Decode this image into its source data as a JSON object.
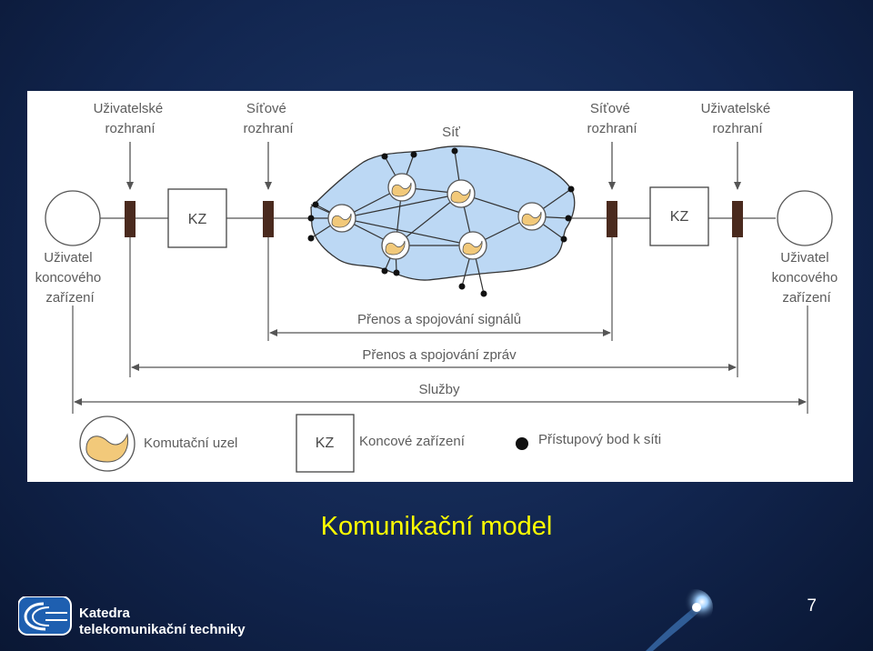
{
  "diagram": {
    "interface_labels": {
      "left_user": [
        "Uživatelské",
        "rozhraní"
      ],
      "left_network": [
        "Síťové",
        "rozhraní"
      ],
      "right_network": [
        "Síťové",
        "rozhraní"
      ],
      "right_user": [
        "Uživatelské",
        "rozhraní"
      ]
    },
    "network_label": "Síť",
    "end_user_left": [
      "Uživatel",
      "koncového",
      "zařízení"
    ],
    "end_user_right": [
      "Uživatel",
      "koncového",
      "zařízení"
    ],
    "kz_label": "KZ",
    "spans": {
      "signal": "Přenos a spojování signálů",
      "messages": "Přenos a spojování zpráv",
      "services": "Služby"
    },
    "legend": {
      "switching_node": "Komutační uzel",
      "kz_box": "KZ",
      "terminal_device": "Koncové zařízení",
      "access_point": "Přístupový bod k síti"
    },
    "colors": {
      "network_fill": "#bcd8f4",
      "node_fill": "#f2c97a",
      "interface_bar": "#4a2a1e",
      "arrow": "#555555"
    }
  },
  "slide_title": "Komunikační model",
  "page_number": "7",
  "logo": {
    "line1": "Katedra",
    "line2": "telekomunikační techniky"
  }
}
